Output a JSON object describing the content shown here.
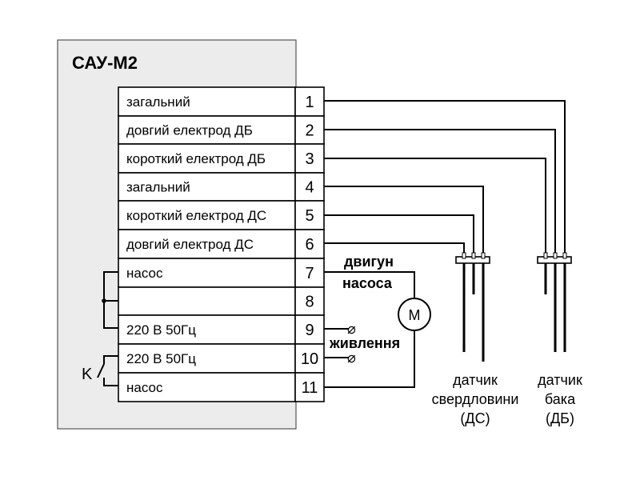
{
  "device": {
    "title": "САУ-М2"
  },
  "terminals": [
    {
      "num": "1",
      "label": "загальний"
    },
    {
      "num": "2",
      "label": "довгий електрод  ДБ"
    },
    {
      "num": "3",
      "label": "короткий електрод  ДБ"
    },
    {
      "num": "4",
      "label": "загальний"
    },
    {
      "num": "5",
      "label": "короткий електрод  ДС"
    },
    {
      "num": "6",
      "label": "довгий електрод  ДС"
    },
    {
      "num": "7",
      "label": "насос"
    },
    {
      "num": "8",
      "label": ""
    },
    {
      "num": "9",
      "label": "220 В 50Гц"
    },
    {
      "num": "10",
      "label": "220 В 50Гц"
    },
    {
      "num": "11",
      "label": "насос"
    }
  ],
  "motor": {
    "symbol": "M",
    "label_line1": "двигун",
    "label_line2": "насоса"
  },
  "supply": {
    "label": "живлення",
    "terminal_symbol": "⌀"
  },
  "switch_label": "K",
  "sensors": {
    "well": {
      "line1": "датчик",
      "line2": "свердловини",
      "line3": "(ДС)"
    },
    "tank": {
      "line1": "датчик",
      "line2": "бака",
      "line3": "(ДБ)"
    }
  }
}
